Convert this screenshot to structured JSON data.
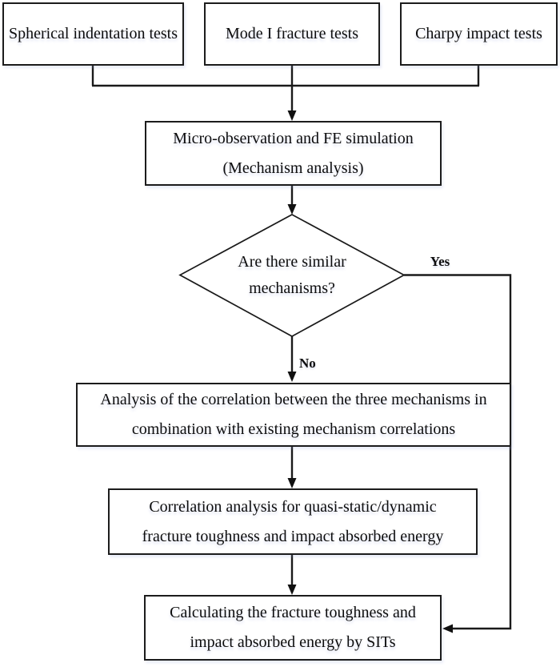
{
  "figure": {
    "colors": {
      "background": "#ffffff",
      "line": "#1a1a1a",
      "box_fill": "#ffffff",
      "text": "#0d0d0d"
    },
    "nodes": {
      "spherical": {
        "lines": [
          "Spherical indentation tests"
        ]
      },
      "mode1": {
        "lines": [
          "Mode I fracture tests"
        ]
      },
      "charpy": {
        "lines": [
          "Charpy impact tests"
        ]
      },
      "micro": {
        "lines": [
          "Micro-observation and FE simulation",
          "(Mechanism analysis)"
        ]
      },
      "decision": {
        "lines": [
          "Are there similar",
          "mechanisms?"
        ]
      },
      "analysis": {
        "lines": [
          "Analysis of the correlation between the three mechanisms in",
          "combination with existing mechanism correlations"
        ]
      },
      "correlation": {
        "lines": [
          "Correlation analysis for quasi-static/dynamic",
          "fracture toughness and impact absorbed energy"
        ]
      },
      "calculating": {
        "lines": [
          "Calculating the fracture toughness and",
          "impact absorbed energy by SITs"
        ]
      }
    },
    "branch_labels": {
      "yes": "Yes",
      "no": "No"
    }
  }
}
